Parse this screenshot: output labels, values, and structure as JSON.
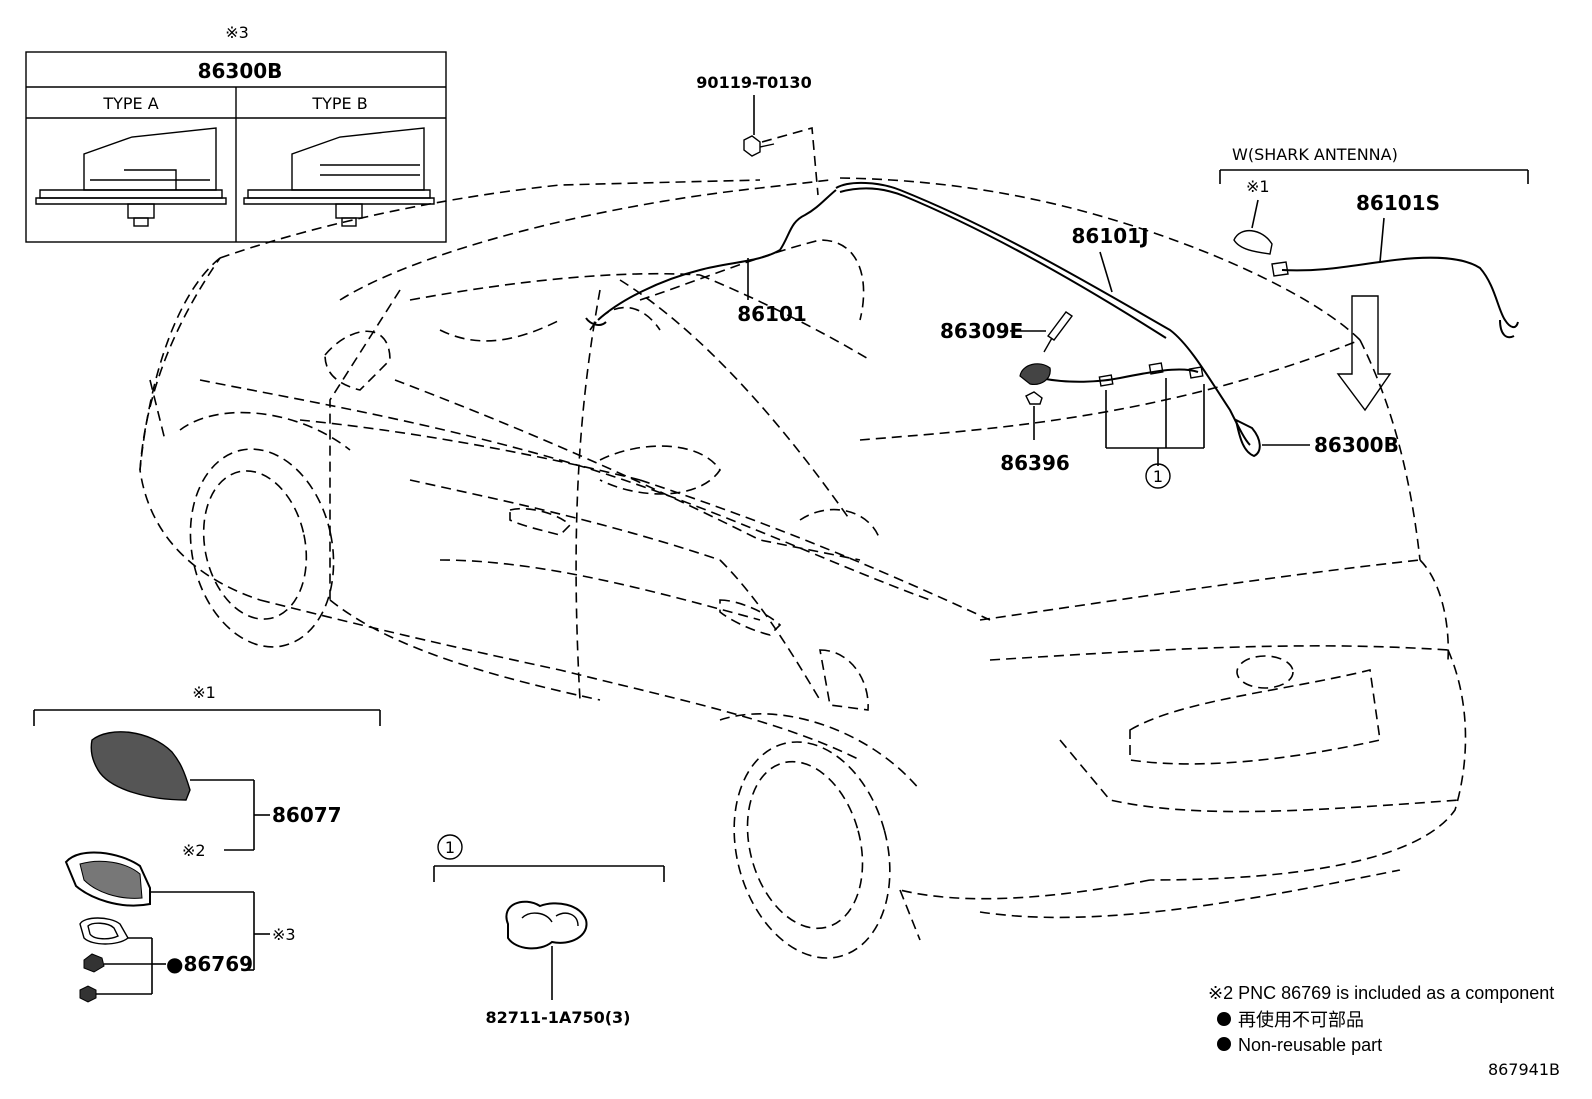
{
  "inset_box": {
    "note_mark": "※3",
    "part_number": "86300B",
    "type_a": "TYPE A",
    "type_b": "TYPE B"
  },
  "callouts": {
    "bolt": "90119-T0130",
    "antenna_cord_main": "86101",
    "antenna_cord_j": "86101J",
    "antenna_pole": "86309E",
    "antenna_base": "86396",
    "amplifier": "86300B",
    "group_mark_1": "1"
  },
  "shark_antenna": {
    "header": "W(SHARK ANTENNA)",
    "note_mark": "※1",
    "part_number": "86101S"
  },
  "shark_cover_group": {
    "note_mark": "※1",
    "cover_part": "86077",
    "cover_note": "※2",
    "assembly_note": "※3",
    "gasket_part": "●86769"
  },
  "clip_group": {
    "group_mark": "1",
    "part_number": "82711-1A750(3)"
  },
  "legend": {
    "note2": "※2 PNC 86769 is included as a component",
    "nonreusable_jp": "再使用不可部品",
    "nonreusable_en": "Non-reusable part"
  },
  "diagram_id": "867941B"
}
